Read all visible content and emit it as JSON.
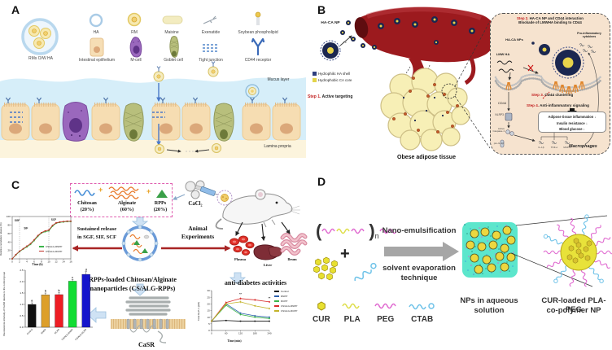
{
  "figure": {
    "panel_labels": {
      "a": "A",
      "b": "B",
      "c": "C",
      "d": "D"
    }
  },
  "panel_a": {
    "main_np_label": "RMs O/W HA",
    "legend_row1": [
      {
        "label": "HA"
      },
      {
        "label": "RM"
      },
      {
        "label": "Maisine"
      },
      {
        "label": "Exenatide"
      },
      {
        "label": "Soybean phospholipid"
      }
    ],
    "legend_row2": [
      {
        "label": "Intestinal epithelium"
      },
      {
        "label": "M-cell"
      },
      {
        "label": "Goblet cell"
      },
      {
        "label": "Tight junction"
      },
      {
        "label": "CD44 receptor"
      }
    ],
    "mucus_layer": "Mucus layer",
    "lamina_propria": "Lamina propria"
  },
  "panel_b": {
    "np_label": "HA-CA NP",
    "iv_label": "i.v.",
    "legend": [
      {
        "label": "Hydrophilic HA shell",
        "color": "#2e3f7f"
      },
      {
        "label": "Hydrophobic CA core",
        "color": "#e3d44b"
      }
    ],
    "step1_prefix": "Step 1.",
    "step1_text": " Active targeting",
    "tissue_label": "Obese adipose tissue",
    "inset": {
      "step2_prefix": "Step 2.",
      "step2_text": " HA-CA NP and CD44 interaction",
      "step2_line2": "Blockade of LMWHA binding to CD44",
      "np_label": "HA-CA NPs",
      "lmw_ha_label": "LMW HA",
      "cytokines_label": "Pro-inflammatory cytokines",
      "step3_prefix": "Step 3.",
      "step3_text": " CD44 clustering",
      "step4_prefix": "Step 4.",
      "step4_text": " Anti-inflammatory signaling",
      "cd44_label": "CD44",
      "nlrp3_label": "NLRP3",
      "caspase_label": "Active Caspase-1",
      "pro_il_label": "pro-IL-1β",
      "outcomes": [
        "Adipose tissue inflammation ↓",
        "Insulin resistance ↓",
        "Blood glucose ↓"
      ],
      "cytokine_items": [
        "IL-1β",
        "TNF-α",
        "MCP-1"
      ],
      "macrophages_label": "Macrophages"
    }
  },
  "panel_c": {
    "components": [
      {
        "name": "Chitosan",
        "pct": "(20%)"
      },
      {
        "name": "Alginate",
        "pct": "(60%)"
      },
      {
        "name": "RPPs",
        "pct": "(20%)"
      }
    ],
    "plus": "+",
    "cacl2_label": "CaCl₂",
    "sustained_line1": "Sustained release",
    "sustained_line2": "in SGF, SIF, SCF",
    "animal_line1": "Animal",
    "animal_line2": "Experiments",
    "np_title_line1": "RPPs-loaded Chitosan/Alginate",
    "np_title_line2": "nanoparticles (CS/ALG-RPPs)",
    "anti_diabetes_label": "anti-diabetes activities",
    "organ_labels": [
      "Plasma",
      "Liver",
      "Ileum"
    ],
    "casr_label": "CaSR"
  },
  "panel_d": {
    "copolymer_open": "(",
    "copolymer_close": ")",
    "copolymer_sub": "n",
    "plus": "+",
    "arrow_label_top": "Nano-emulsification",
    "arrow_label_bottom1": "solvent evaporation",
    "arrow_label_bottom2": "technique",
    "legend": [
      {
        "label": "CUR"
      },
      {
        "label": "PLA"
      },
      {
        "label": "PEG"
      },
      {
        "label": "CTAB"
      }
    ],
    "nps_label_line1": "NPs in aqueous",
    "nps_label_line2": "solution",
    "bignp_label_line1": "CUR-loaded PLA-PEG",
    "bignp_label_line2": "co-polymer NP"
  },
  "chart_data": [
    {
      "type": "line",
      "xlabel": "Time (h)",
      "ylabel": "Relative cumulative release (%)",
      "xlim": [
        0,
        16
      ],
      "ylim": [
        0,
        100
      ],
      "xticks": [
        0,
        2,
        4,
        6,
        8,
        10,
        12,
        14,
        16
      ],
      "yticks": [
        0,
        20,
        40,
        60,
        80,
        100
      ],
      "box": true,
      "region_dividers_x": [
        2,
        10
      ],
      "region_labels": [
        {
          "text": "SGF",
          "x": 0.6,
          "y": 88
        },
        {
          "text": "SIF",
          "x": 3.2,
          "y": 70
        },
        {
          "text": "SCF",
          "x": 10.6,
          "y": 90
        }
      ],
      "x": [
        0,
        1,
        2,
        3,
        4,
        5,
        6,
        7,
        8,
        9,
        10,
        11,
        12,
        13,
        14,
        15,
        16
      ],
      "series": [
        {
          "name": "CS/ALG-RNPP",
          "color": "#3cb54a",
          "values": [
            0,
            9,
            17,
            23,
            28,
            34,
            43,
            53,
            61,
            64,
            66,
            77,
            84,
            86,
            87,
            88,
            88
          ]
        },
        {
          "name": "CS/ALG-RCPP",
          "color": "#c03028",
          "values": [
            0,
            10,
            18,
            24,
            30,
            36,
            45,
            55,
            62,
            66,
            68,
            79,
            85,
            87,
            88,
            89,
            89
          ]
        }
      ]
    },
    {
      "type": "bar",
      "ylabel": "Fluorescence intensity of CaSR relative to the control group",
      "ylim": [
        0,
        2.5
      ],
      "yticks": [
        0,
        0.5,
        1,
        1.5,
        2,
        2.5
      ],
      "categories": [
        "Control",
        "RNPP",
        "RCPP",
        "CS/ALG-RNPP",
        "CS/ALG-RCPP"
      ],
      "values": [
        1.0,
        1.42,
        1.43,
        2.02,
        2.32
      ],
      "errors": [
        0.07,
        0.08,
        0.1,
        0.08,
        0.12
      ],
      "sig_letters": [
        "a",
        "b",
        "b",
        "c",
        "d"
      ],
      "colors": [
        "#111111",
        "#dd9f2b",
        "#ee1d24",
        "#11dd33",
        "#1515cc"
      ]
    },
    {
      "type": "line",
      "xlabel": "Time (min)",
      "ylabel": "Total GLP-1 (pM)",
      "xlim": [
        0,
        240
      ],
      "ylim": [
        0,
        30
      ],
      "xticks": [
        0,
        60,
        120,
        180,
        240
      ],
      "yticks": [
        0,
        5,
        10,
        15,
        20,
        25,
        30
      ],
      "x": [
        0,
        60,
        120,
        180,
        240
      ],
      "annotations": [
        {
          "x": 120,
          "y": 26.5,
          "text": "**"
        },
        {
          "x": 240,
          "y": 23.5,
          "text": "**"
        }
      ],
      "series": [
        {
          "name": "Control",
          "color": "#111111",
          "values": [
            7,
            7.5,
            7,
            7,
            7
          ],
          "errors": [
            0.3,
            0.4,
            0.3,
            0.3,
            0.3
          ]
        },
        {
          "name": "RNPP",
          "color": "#2b5fac",
          "values": [
            7,
            20,
            13,
            11,
            10
          ],
          "errors": [
            0.4,
            1,
            0.8,
            0.7,
            0.6
          ]
        },
        {
          "name": "RCPP",
          "color": "#3cb54a",
          "values": [
            7,
            19,
            12,
            10,
            9
          ],
          "errors": [
            0.4,
            1,
            0.8,
            0.6,
            0.6
          ]
        },
        {
          "name": "CS/ALG-RNPP",
          "color": "#d92b2b",
          "values": [
            7,
            21,
            24,
            23,
            21.5
          ],
          "errors": [
            0.4,
            1,
            1,
            0.9,
            0.8
          ]
        },
        {
          "name": "CS/ALG-RCPP",
          "color": "#c3b32a",
          "values": [
            7,
            20,
            21.5,
            18.5,
            16.5
          ],
          "errors": [
            0.4,
            1,
            1,
            0.8,
            0.8
          ]
        }
      ]
    }
  ]
}
